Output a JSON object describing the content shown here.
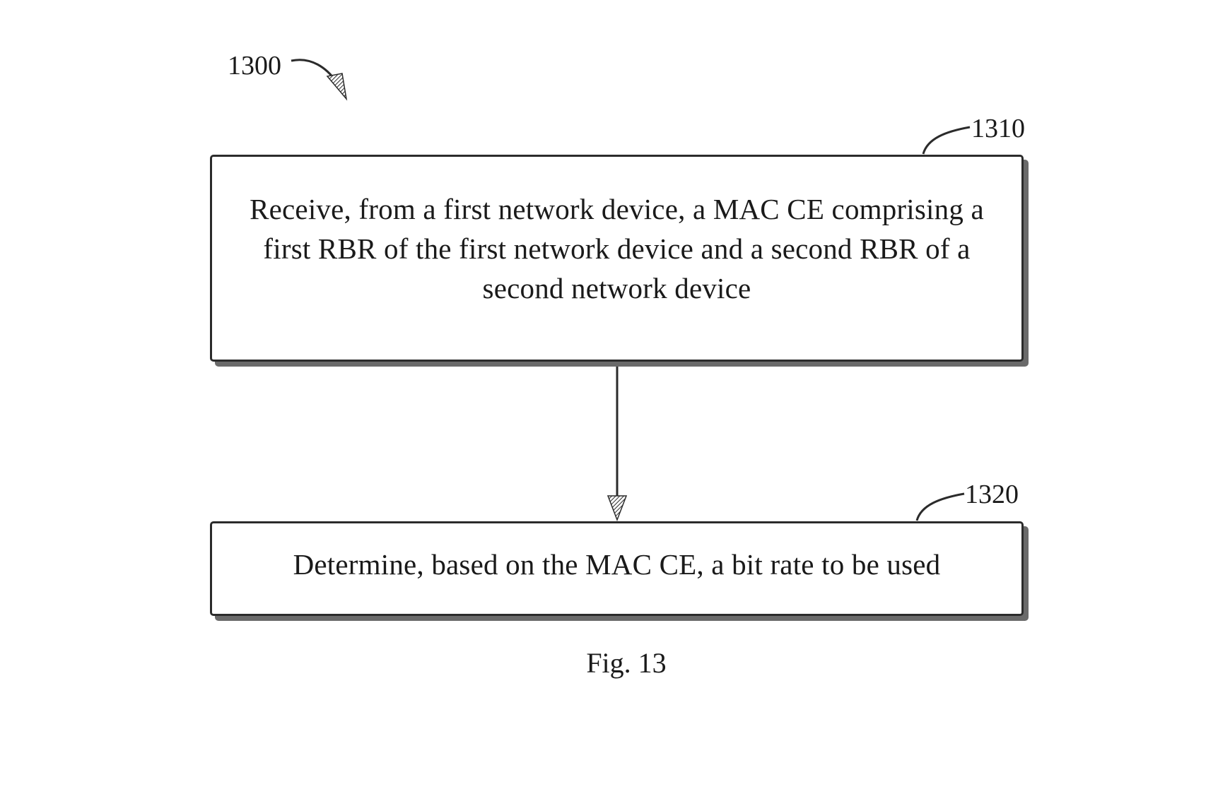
{
  "figure": {
    "reference_number": "1300",
    "caption": "Fig. 13"
  },
  "steps": [
    {
      "reference": "1310",
      "text": "Receive, from a first network device, a MAC CE comprising a first RBR of the first network device and a second RBR of a second network device"
    },
    {
      "reference": "1320",
      "text": "Determine, based on the MAC CE, a bit rate to be used"
    }
  ],
  "colors": {
    "line": "#2b2b2b",
    "shadow": "#6a6a6a",
    "background": "#ffffff"
  }
}
